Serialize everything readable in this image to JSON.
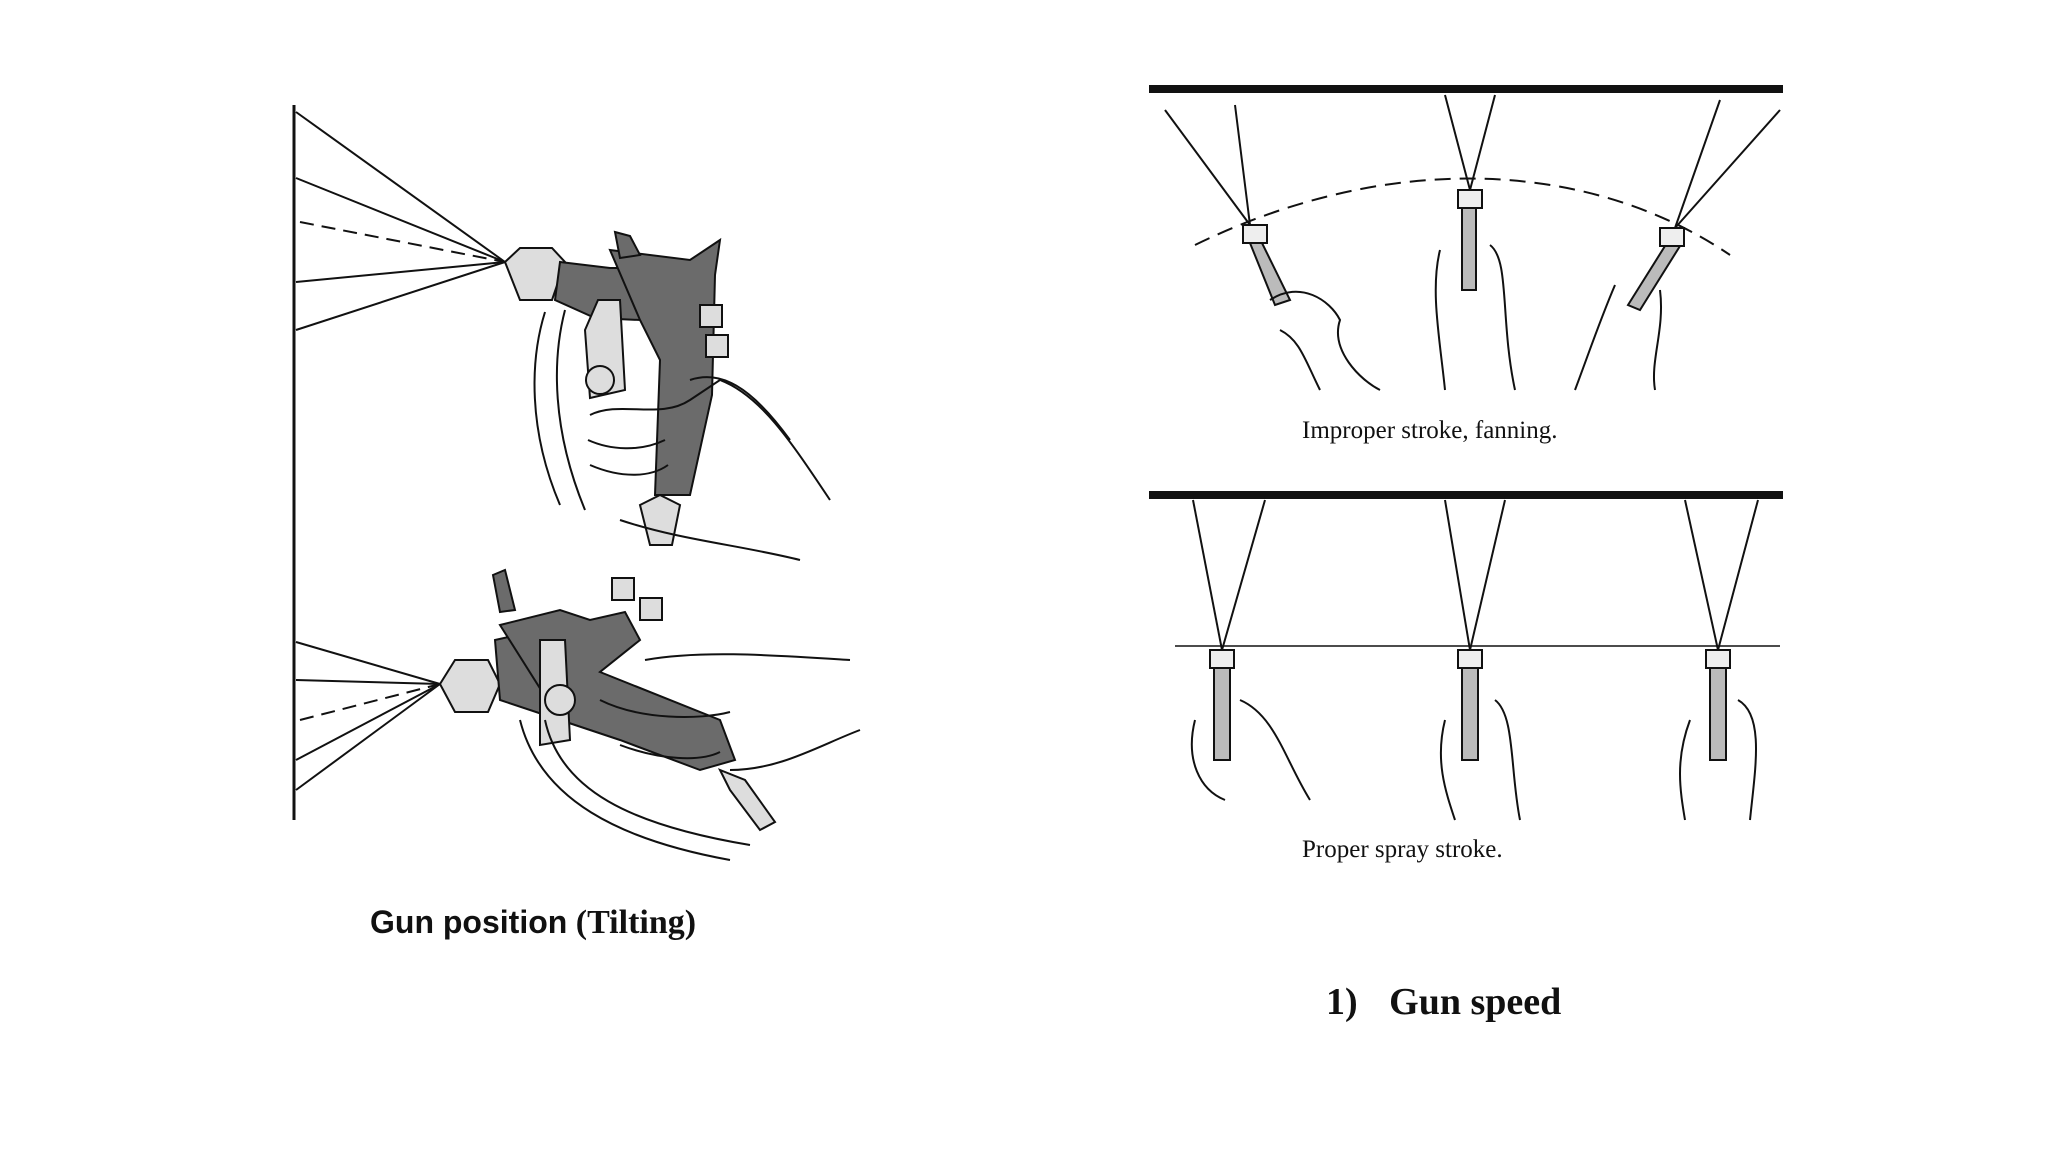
{
  "left_panel": {
    "caption_part1": "Gun position",
    "caption_part2": "(Tilting)"
  },
  "right_panel": {
    "improper_label": "Improper stroke, fanning.",
    "proper_label": "Proper spray stroke.",
    "title_number": "1)",
    "title_text": "Gun speed"
  },
  "colors": {
    "line": "#111111",
    "gun_body": "#6b6b6b",
    "gun_light": "#d9d9d9"
  }
}
